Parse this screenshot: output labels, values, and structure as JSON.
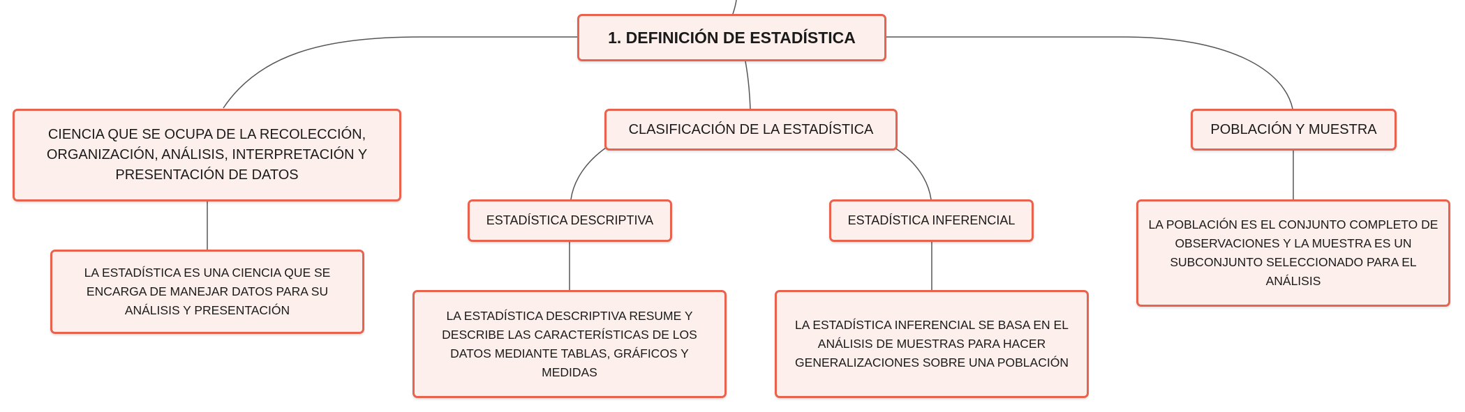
{
  "diagram": {
    "central": {
      "text": "1. DEFINICIÓN DE ESTADÍSTICA"
    },
    "branches": [
      {
        "text": "CIENCIA QUE SE OCUPA DE LA RECOLECCIÓN, ORGANIZACIÓN, ANÁLISIS, INTERPRETACIÓN Y PRESENTACIÓN DE DATOS",
        "children": [
          {
            "text": "LA ESTADÍSTICA ES UNA CIENCIA QUE SE ENCARGA DE MANEJAR DATOS PARA SU ANÁLISIS Y PRESENTACIÓN"
          }
        ]
      },
      {
        "text": "CLASIFICACIÓN DE LA ESTADÍSTICA",
        "children": [
          {
            "text": "ESTADÍSTICA DESCRIPTIVA",
            "children": [
              {
                "text": "LA ESTADÍSTICA DESCRIPTIVA RESUME Y DESCRIBE LAS CARACTERÍSTICAS DE LOS DATOS MEDIANTE TABLAS, GRÁFICOS Y MEDIDAS"
              }
            ]
          },
          {
            "text": "ESTADÍSTICA INFERENCIAL",
            "children": [
              {
                "text": "LA ESTADÍSTICA INFERENCIAL SE BASA EN EL ANÁLISIS DE MUESTRAS PARA HACER GENERALIZACIONES SOBRE UNA POBLACIÓN"
              }
            ]
          }
        ]
      },
      {
        "text": "POBLACIÓN Y MUESTRA",
        "children": [
          {
            "text": "LA POBLACIÓN ES EL CONJUNTO COMPLETO DE OBSERVACIONES Y LA MUESTRA ES UN SUBCONJUNTO SELECCIONADO PARA EL ANÁLISIS"
          }
        ]
      }
    ]
  },
  "colors": {
    "node_border": "#e8624e",
    "node_fill": "#fdf0ec",
    "connector": "#555555",
    "text": "#1a1a1a"
  }
}
